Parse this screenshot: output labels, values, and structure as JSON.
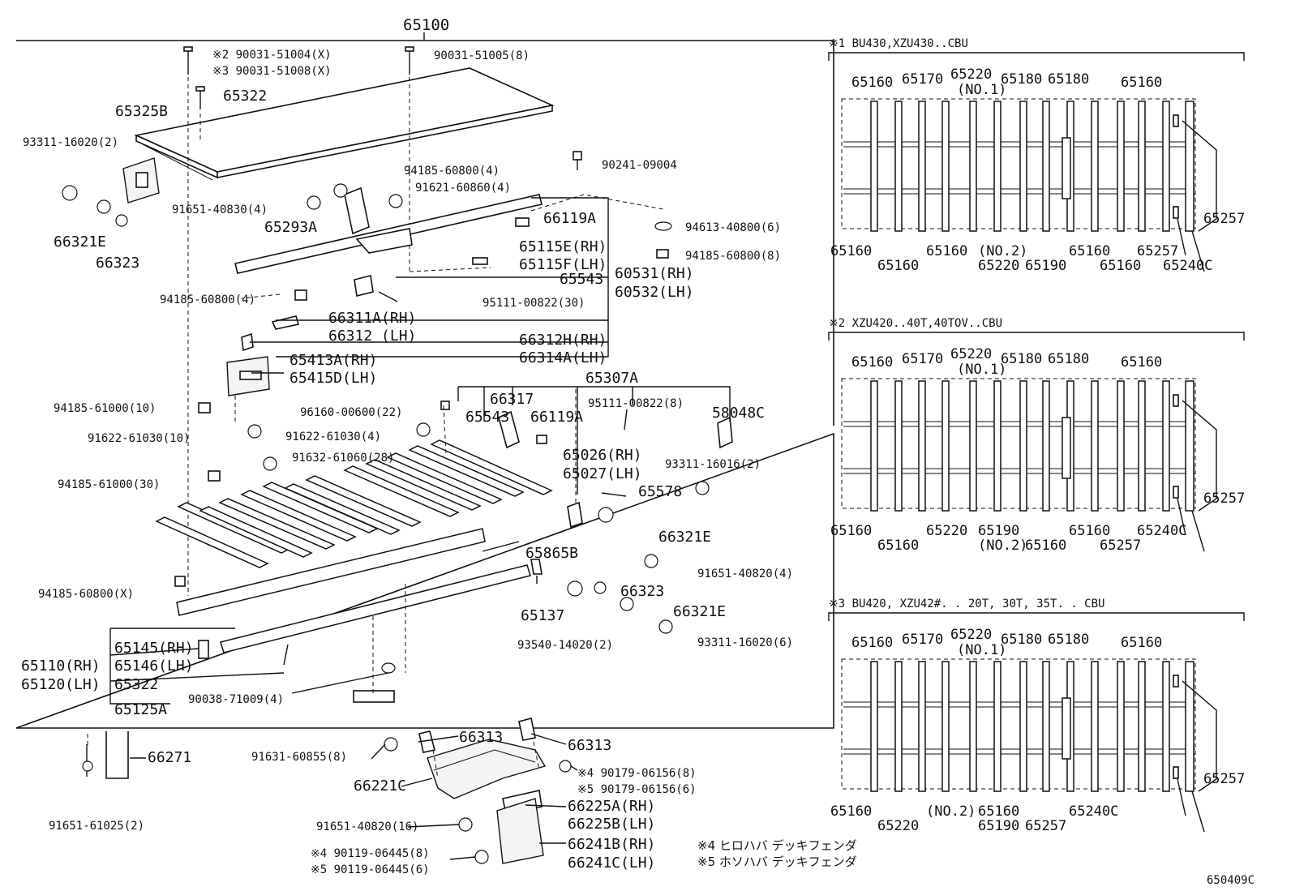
{
  "diagram_code": "650409C",
  "main": {
    "top_number": "65100",
    "labels": [
      {
        "id": "l1",
        "text": "※2 90031-51004(X)"
      },
      {
        "id": "l2",
        "text": "※3 90031-51008(X)"
      },
      {
        "id": "l3",
        "text": "90031-51005(8)"
      },
      {
        "id": "l4",
        "text": "65322"
      },
      {
        "id": "l5",
        "text": "65325B"
      },
      {
        "id": "l6",
        "text": "93311-16020(2)"
      },
      {
        "id": "l7",
        "text": "90241-09004"
      },
      {
        "id": "l8",
        "text": "94185-60800(4)"
      },
      {
        "id": "l9",
        "text": "91621-60860(4)"
      },
      {
        "id": "l10",
        "text": "91651-40830(4)"
      },
      {
        "id": "l11",
        "text": "65293A"
      },
      {
        "id": "l12",
        "text": "66321E"
      },
      {
        "id": "l13",
        "text": "66323"
      },
      {
        "id": "l14",
        "text": "66119A"
      },
      {
        "id": "l15",
        "text": "94613-40800(6)"
      },
      {
        "id": "l16",
        "text": "65115E(RH)"
      },
      {
        "id": "l17",
        "text": "65115F(LH)"
      },
      {
        "id": "l18",
        "text": "94185-60800(8)"
      },
      {
        "id": "l19",
        "text": "60531(RH)"
      },
      {
        "id": "l20",
        "text": "60532(LH)"
      },
      {
        "id": "l21",
        "text": "65543"
      },
      {
        "id": "l22",
        "text": "94185-60800(4)"
      },
      {
        "id": "l23",
        "text": "95111-00822(30)"
      },
      {
        "id": "l24",
        "text": "66311A(RH)"
      },
      {
        "id": "l25",
        "text": "66312  (LH)"
      },
      {
        "id": "l26",
        "text": "66312H(RH)"
      },
      {
        "id": "l27",
        "text": "66314A(LH)"
      },
      {
        "id": "l28",
        "text": "65413A(RH)"
      },
      {
        "id": "l29",
        "text": "65415D(LH)"
      },
      {
        "id": "l30",
        "text": "65307A"
      },
      {
        "id": "l31",
        "text": "94185-61000(10)"
      },
      {
        "id": "l32",
        "text": "96160-00600(22)"
      },
      {
        "id": "l33",
        "text": "66317"
      },
      {
        "id": "l34",
        "text": "95111-00822(8)"
      },
      {
        "id": "l35",
        "text": "58048C"
      },
      {
        "id": "l36",
        "text": "65543"
      },
      {
        "id": "l37",
        "text": "66119A"
      },
      {
        "id": "l38",
        "text": "91622-61030(10)"
      },
      {
        "id": "l39",
        "text": "91622-61030(4)"
      },
      {
        "id": "l40",
        "text": "65026(RH)"
      },
      {
        "id": "l41",
        "text": "65027(LH)"
      },
      {
        "id": "l42",
        "text": "91632-61060(28)"
      },
      {
        "id": "l43",
        "text": "93311-16016(2)"
      },
      {
        "id": "l44",
        "text": "94185-61000(30)"
      },
      {
        "id": "l45",
        "text": "65578"
      },
      {
        "id": "l46",
        "text": "66321E"
      },
      {
        "id": "l47",
        "text": "65865B"
      },
      {
        "id": "l48",
        "text": "91651-40820(4)"
      },
      {
        "id": "l49",
        "text": "94185-60800(X)"
      },
      {
        "id": "l50",
        "text": "66323"
      },
      {
        "id": "l51",
        "text": "65137"
      },
      {
        "id": "l52",
        "text": "66321E"
      },
      {
        "id": "l53",
        "text": "93540-14020(2)"
      },
      {
        "id": "l54",
        "text": "93311-16020(6)"
      },
      {
        "id": "l55",
        "text": "65145(RH)"
      },
      {
        "id": "l56",
        "text": "65146(LH)"
      },
      {
        "id": "l57",
        "text": "65110(RH)"
      },
      {
        "id": "l58",
        "text": "65120(LH)"
      },
      {
        "id": "l59",
        "text": "65322"
      },
      {
        "id": "l60",
        "text": "90038-71009(4)"
      },
      {
        "id": "l61",
        "text": "65125A"
      }
    ]
  },
  "lower": {
    "labels": [
      {
        "id": "m1",
        "text": "66271"
      },
      {
        "id": "m2",
        "text": "91651-61025(2)"
      },
      {
        "id": "m3",
        "text": "91631-60855(8)"
      },
      {
        "id": "m4",
        "text": "66313"
      },
      {
        "id": "m5",
        "text": "66313"
      },
      {
        "id": "m6",
        "text": "66221C"
      },
      {
        "id": "m7",
        "text": "※4 90179-06156(8)"
      },
      {
        "id": "m8",
        "text": "※5 90179-06156(6)"
      },
      {
        "id": "m9",
        "text": "66225A(RH)"
      },
      {
        "id": "m10",
        "text": "66225B(LH)"
      },
      {
        "id": "m11",
        "text": "91651-40820(16)"
      },
      {
        "id": "m12",
        "text": "66241B(RH)"
      },
      {
        "id": "m13",
        "text": "66241C(LH)"
      },
      {
        "id": "m14",
        "text": "※4 90119-06445(8)"
      },
      {
        "id": "m15",
        "text": "※5 90119-06445(6)"
      }
    ],
    "notes": [
      {
        "id": "n1",
        "text": "※4 ヒロハバ デッキフェンダ"
      },
      {
        "id": "n2",
        "text": "※5 ホソハバ デッキフェンダ"
      }
    ]
  },
  "insets": [
    {
      "title": "※1 BU430,XZU430..CBU",
      "top_labels": [
        "65160",
        "65170",
        "65220",
        "(NO.1)",
        "65180",
        "65180",
        "65160"
      ],
      "bottom_labels": [
        "65160",
        "65160",
        "65160",
        "65220",
        "(NO.2)",
        "65190",
        "65160",
        "65160",
        "65257",
        "65240C"
      ],
      "side_label": "65257"
    },
    {
      "title": "※2 XZU420..40T,40TOV..CBU",
      "top_labels": [
        "65160",
        "65170",
        "65220",
        "(NO.1)",
        "65180",
        "65180",
        "65160"
      ],
      "bottom_labels": [
        "65160",
        "65160",
        "65220",
        "(NO.2)",
        "65190",
        "65160",
        "65160",
        "65257",
        "65240C"
      ],
      "side_label": "65257"
    },
    {
      "title": "※3 BU420, XZU42#. . 20T, 30T, 35T. . CBU",
      "top_labels": [
        "65160",
        "65170",
        "65220",
        "(NO.1)",
        "65180",
        "65180",
        "65160"
      ],
      "bottom_labels": [
        "65160",
        "65220",
        "(NO.2)",
        "65190",
        "65160",
        "65257",
        "65240C"
      ],
      "side_label": "65257"
    }
  ]
}
